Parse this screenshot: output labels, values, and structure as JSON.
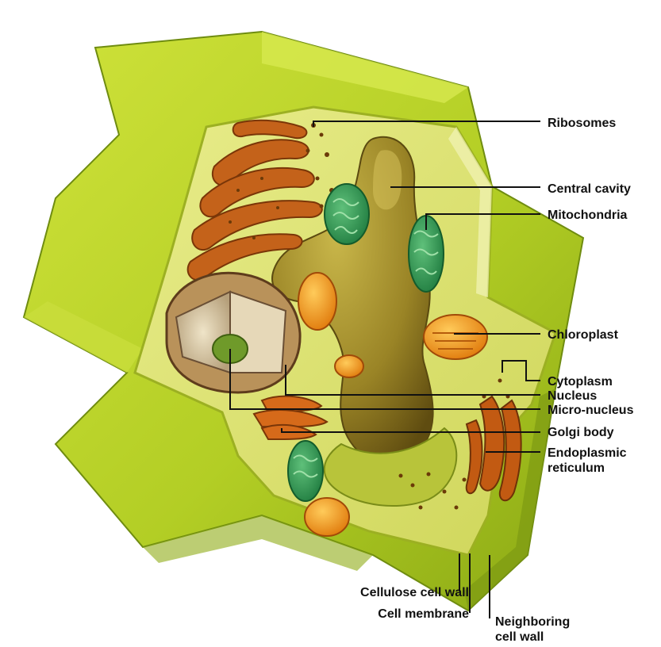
{
  "diagram": {
    "labels": {
      "ribosomes": "Ribosomes",
      "central_cavity": "Central cavity",
      "mitochondria": "Mitochondria",
      "chloroplast": "Chloroplast",
      "cytoplasm": "Cytoplasm",
      "nucleus": "Nucleus",
      "micro_nucleus": "Micro-nucleus",
      "golgi_body": "Golgi body",
      "endoplasmic_reticulum_line1": "Endoplasmic",
      "endoplasmic_reticulum_line2": "reticulum",
      "cellulose_cell_wall": "Cellulose cell wall",
      "cell_membrane": "Cell membrane",
      "neighboring_cell_wall_line1": "Neighboring",
      "neighboring_cell_wall_line2": "cell wall"
    },
    "colors": {
      "wall": "#b5d12a",
      "wall_dark": "#7f9d12",
      "cytoplasm": "#dde46a",
      "cavity": "#8f7a1c",
      "organelle_orange": "#c4621a",
      "mitochondria_green": "#2f9a52",
      "chloroplast_orange": "#f08a12",
      "nucleus": "#d7c9a8",
      "leader_line": "#111111"
    }
  }
}
